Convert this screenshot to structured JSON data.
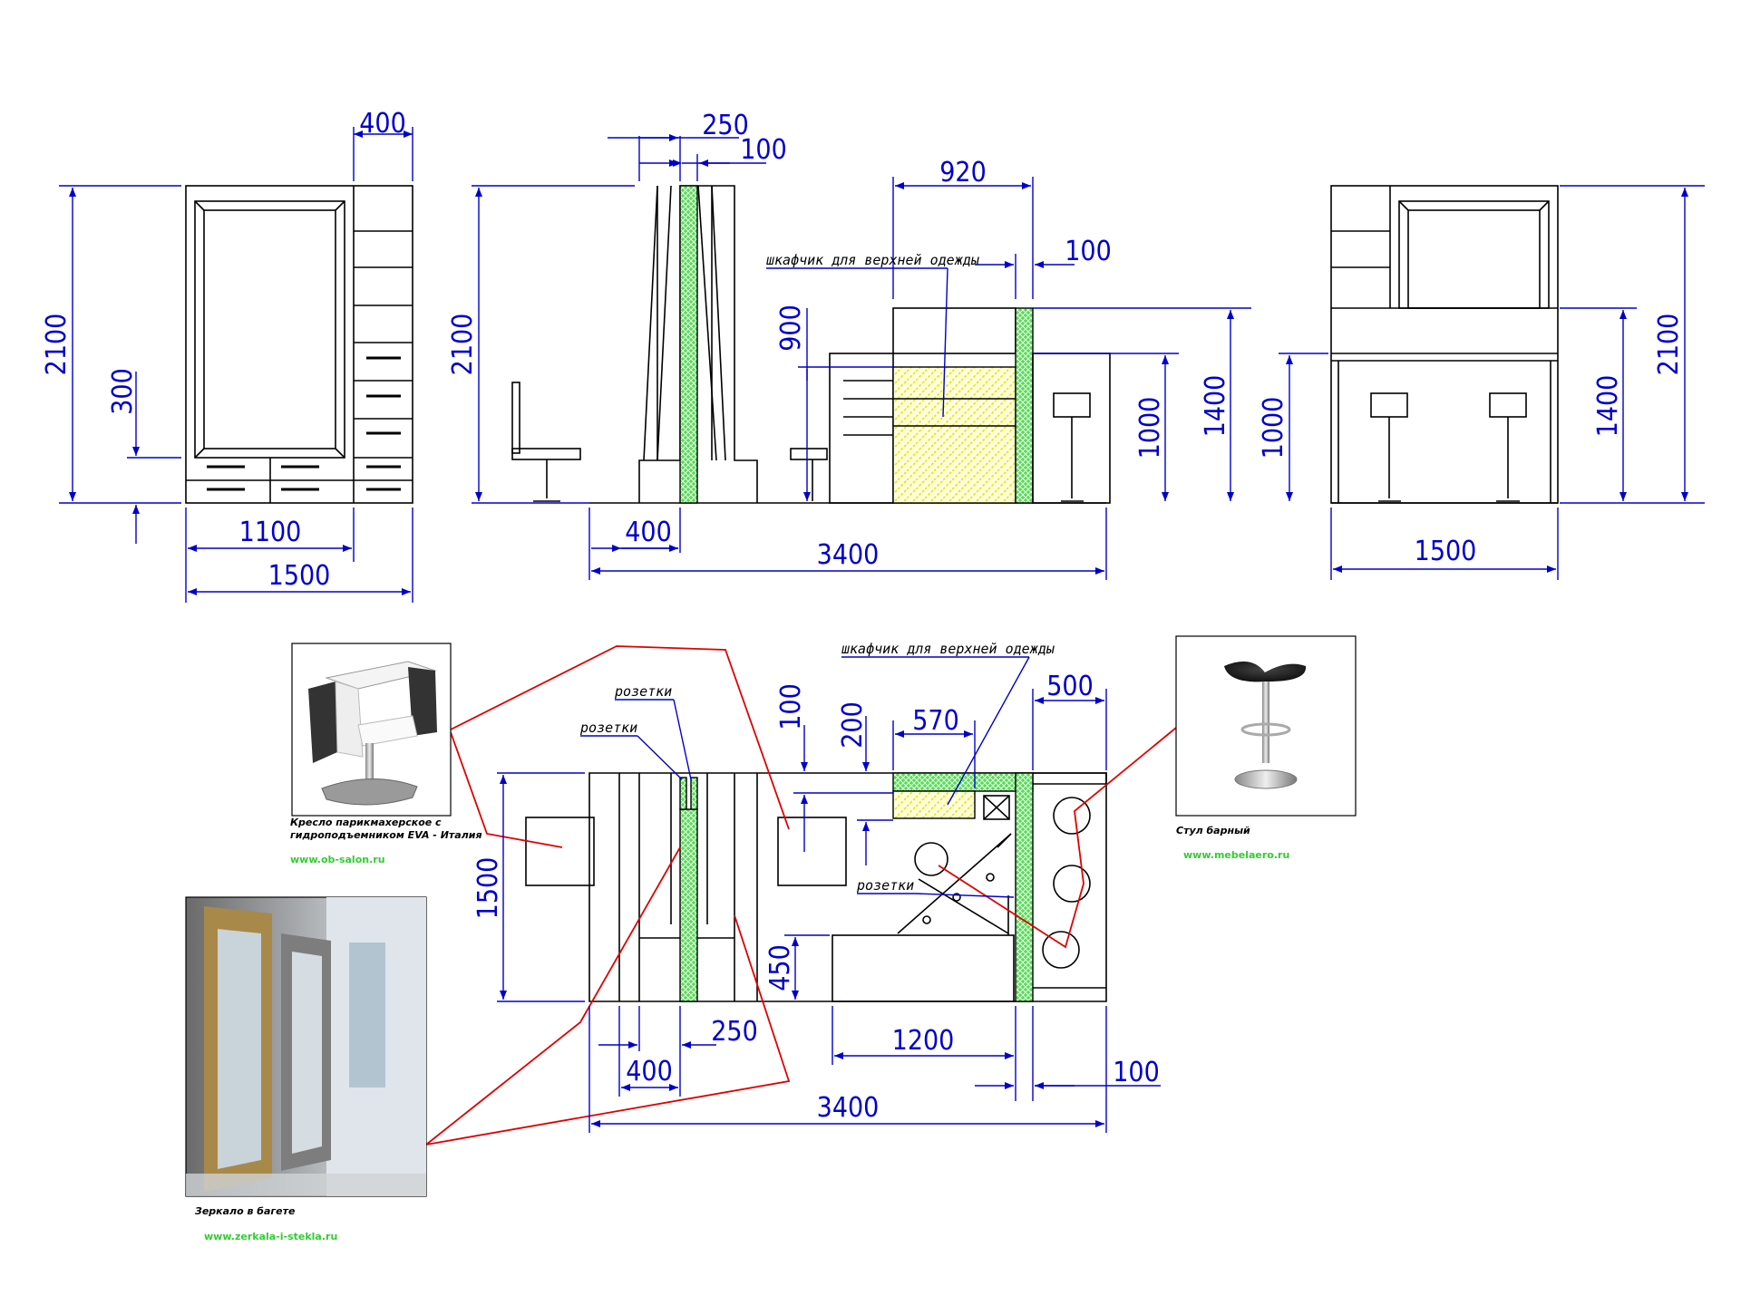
{
  "dimensions": {
    "d400_top": "400",
    "d2100_left": "2100",
    "d300": "300",
    "d1100": "1100",
    "d1500_front": "1500",
    "d250_side": "250",
    "d100_side": "100",
    "d920": "920",
    "d100_top": "100",
    "d2100_side": "2100",
    "d900": "900",
    "d1000_side": "1000",
    "d1400_side": "1400",
    "d400_side": "400",
    "d3400_side": "3400",
    "d1000_right": "1000",
    "d1400_right": "1400",
    "d2100_right": "2100",
    "d1500_right": "1500",
    "d100_plan_top": "100",
    "d200_plan": "200",
    "d570": "570",
    "d500": "500",
    "d1500_plan": "1500",
    "d450": "450",
    "d250_plan": "250",
    "d400_plan": "400",
    "d1200": "1200",
    "d100_plan_bottom": "100",
    "d3400_plan": "3400"
  },
  "notes": {
    "wardrobe_elevation": "шкафчик для верхней одежды",
    "wardrobe_plan": "шкафчик для верхней одежды",
    "sockets_1": "розетки",
    "sockets_2": "розетки",
    "sockets_3": "розетки"
  },
  "catalog": {
    "chair_caption_1": "Кресло парикмахерское с",
    "chair_caption_2": "гидроподъемником EVA - Италия",
    "chair_url": "www.ob-salon.ru",
    "stool_caption": "Стул барный",
    "stool_url": "www.mebelaero.ru",
    "mirror_caption": "Зеркало в багете",
    "mirror_url": "www.zerkala-i-stekla.ru"
  },
  "colors": {
    "dimension": "#0000cc",
    "partition": "#33cc33",
    "wardrobe": "#ffee66",
    "leader": "#e00000"
  }
}
